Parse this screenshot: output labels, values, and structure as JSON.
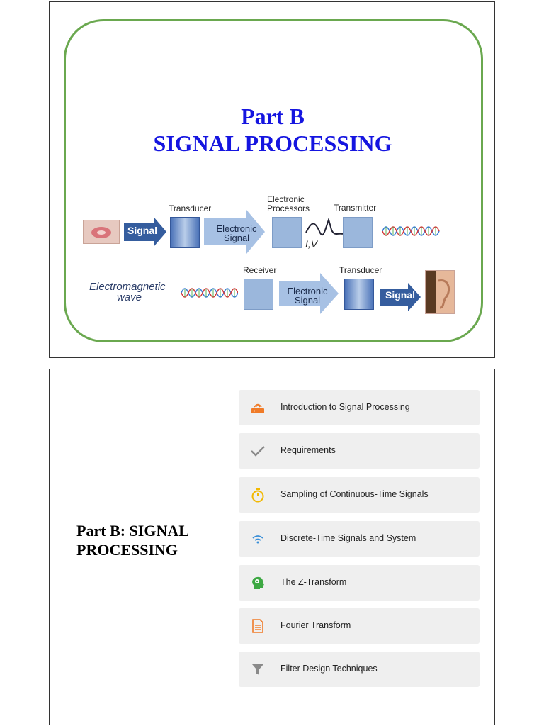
{
  "slide1": {
    "title_line1": "Part B",
    "title_line2": "SIGNAL PROCESSING",
    "row1": {
      "signal_arrow": "Signal",
      "transducer_label": "Transducer",
      "electronic_signal_line1": "Electronic",
      "electronic_signal_line2": "Signal",
      "processors_line1": "Electronic",
      "processors_line2": "Processors",
      "iv_label": "I,V",
      "transmitter_label": "Transmitter"
    },
    "row2": {
      "em_line1": "Electromagnetic",
      "em_line2": "wave",
      "receiver_label": "Receiver",
      "electronic_signal_line1": "Electronic",
      "electronic_signal_line2": "Signal",
      "transducer_label": "Transducer",
      "signal_arrow": "Signal"
    }
  },
  "slide2": {
    "title_line1": "Part B: SIGNAL",
    "title_line2": "PROCESSING",
    "items": [
      {
        "label": "Introduction to Signal Processing",
        "icon": "router-icon",
        "color": "#f07b28"
      },
      {
        "label": "Requirements",
        "icon": "checkmark-icon",
        "color": "#8a8a8a"
      },
      {
        "label": "Sampling of Continuous-Time Signals",
        "icon": "stopwatch-icon",
        "color": "#f2b800"
      },
      {
        "label": "Discrete-Time Signals and System",
        "icon": "wifi-icon",
        "color": "#3a8fd8"
      },
      {
        "label": "The Z-Transform",
        "icon": "head-gears-icon",
        "color": "#3da843"
      },
      {
        "label": "Fourier Transform",
        "icon": "document-icon",
        "color": "#f07b28"
      },
      {
        "label": "Filter Design Techniques",
        "icon": "filter-icon",
        "color": "#8a8a8a"
      }
    ]
  }
}
